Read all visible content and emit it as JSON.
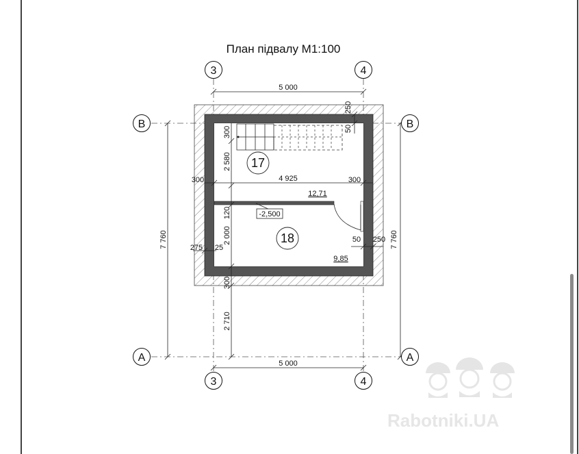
{
  "title": "План підвалу М1:100",
  "axes": {
    "ax3": "3",
    "ax4": "4",
    "axV": "В",
    "axA": "А"
  },
  "rooms": [
    {
      "number": "17",
      "area": "12,71"
    },
    {
      "number": "18",
      "area": "9,85"
    }
  ],
  "level_mark": "-2,500",
  "dimensions": {
    "top_span": "5 000",
    "bottom_span": "5 000",
    "left_total": "7 760",
    "right_total": "7 760",
    "inner_width": "4 925",
    "top_wall": "250",
    "top_gap": "50",
    "left_300_upper": "300",
    "left_2580": "2 580",
    "left_300_mid": "300",
    "right_300_mid": "300",
    "left_120": "120",
    "left_2000": "2 000",
    "left_300_lower": "300",
    "left_2710": "2 710",
    "left_275": "275",
    "left_25": "25",
    "right_50": "50",
    "right_250": "250"
  },
  "watermark": {
    "text": "Rabotniki.UA",
    "icon": "workers-helmet-icon"
  },
  "colors": {
    "wall": "#555555",
    "hatch": "#666666",
    "line": "#222222"
  }
}
